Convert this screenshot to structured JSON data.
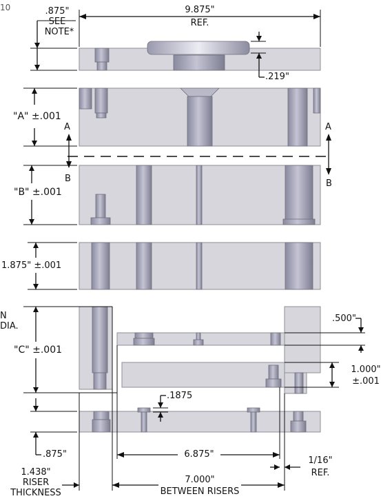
{
  "page_number": "10",
  "labels": {
    "top_note_value": ".875\"",
    "top_note_see": "SEE",
    "top_note_note": "NOTE*",
    "overall_width": "9.875\"",
    "overall_width_ref": "REF.",
    "counterbore_depth": ".219\"",
    "dim_a": "\"A\" ±.001",
    "dim_b": "\"B\" ±.001",
    "section_a_left": "A",
    "section_b_left": "B",
    "section_a_right": "A",
    "section_b_right": "B",
    "plate3_thickness": "1.875\" ±.001",
    "cut_text_1": "N",
    "cut_text_2": "DIA.",
    "dim_c": "\"C\" ±.001",
    "upper_offset": ".500\"",
    "lower_offset_1": "1.000\"",
    "lower_offset_2": "±.001",
    "pin_height": ".1875",
    "base_thickness": ".875\"",
    "inner_span": "6.875\"",
    "gap_1": "1/16\"",
    "gap_2": "REF.",
    "riser_1": "1.438\"",
    "riser_2": "RISER",
    "riser_3": "THICKNESS",
    "between_1": "7.000\"",
    "between_2": "BETWEEN RISERS"
  },
  "colors": {
    "plate_fill": "#d6d6dc",
    "plate_edge": "#8e8e96",
    "bore_dark": "#8a8aa0",
    "bore_light": "#c4c4d4",
    "line": "#111111"
  }
}
